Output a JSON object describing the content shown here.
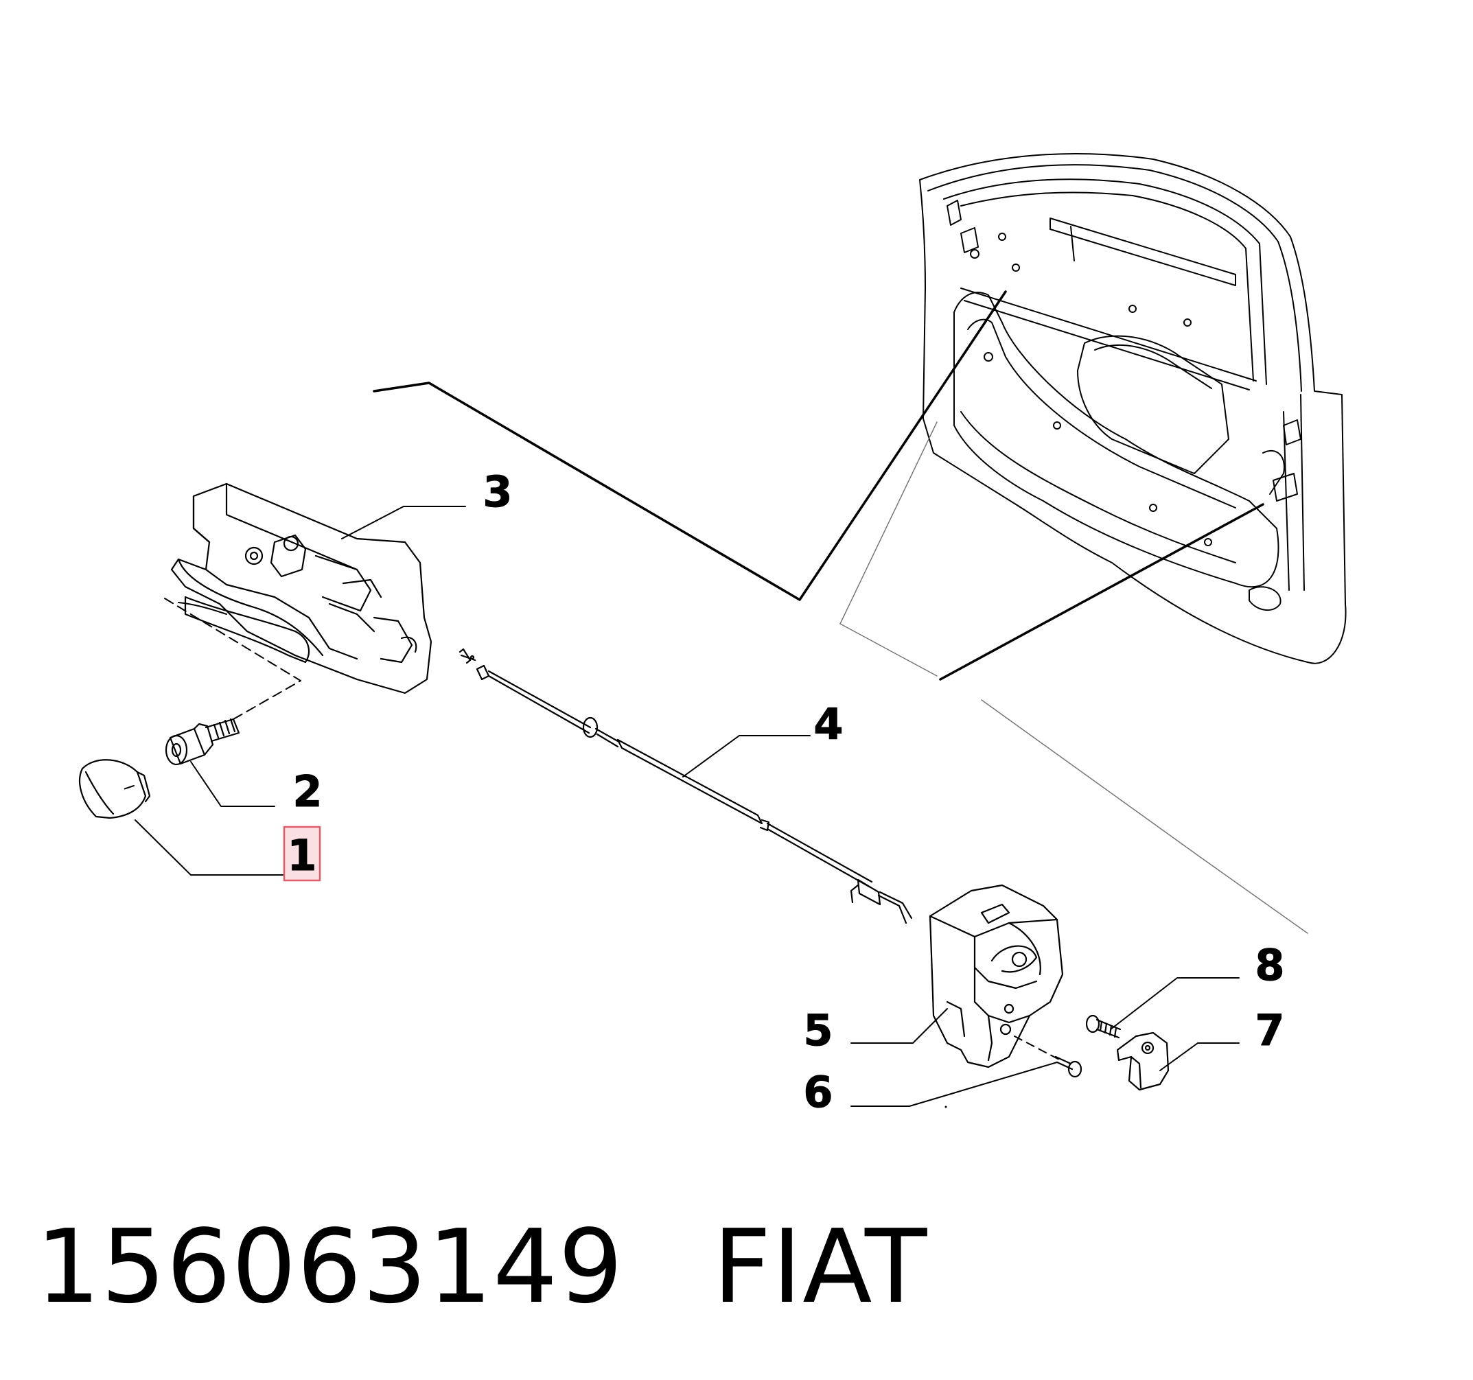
{
  "diagram": {
    "callouts": [
      "1",
      "2",
      "3",
      "4",
      "5",
      "6",
      "7",
      "8"
    ],
    "highlighted_callout": "1"
  },
  "footer": {
    "part_number": "156063149",
    "brand": "FIAT"
  }
}
